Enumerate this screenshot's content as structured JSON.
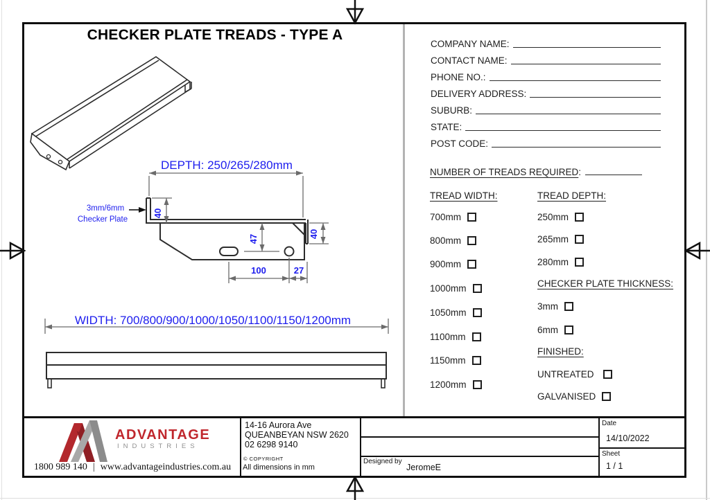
{
  "sheet": {
    "title": "CHECKER PLATE TREADS - TYPE A"
  },
  "colors": {
    "dimension_blue": "#1d1dee",
    "brand_red": "#c0272d",
    "brand_gray": "#8f8f8f"
  },
  "drawing": {
    "depth_dim_label": "DEPTH: 250/265/280mm",
    "width_dim_label": "WIDTH: 700/800/900/1000/1050/1100/1150/1200mm",
    "plate_note_line1": "3mm/6mm",
    "plate_note_line2": "Checker Plate",
    "dim_flange_height": "40",
    "dim_right_flange_height": "40",
    "dim_hole_vertical_offset": "47",
    "dim_hole_spacing": "100",
    "dim_hole_edge_offset": "27"
  },
  "order_form": {
    "contact_labels": [
      "COMPANY NAME:",
      "CONTACT NAME:",
      "PHONE NO.:",
      "DELIVERY ADDRESS:",
      "SUBURB:",
      "STATE:",
      "POST CODE:"
    ],
    "number_of_treads_label": "NUMBER OF TREADS REQUIRED",
    "number_of_treads_colon": ":",
    "tread_width_heading": "TREAD WIDTH:",
    "tread_width_options": [
      "700mm",
      "800mm",
      "900mm",
      "1000mm",
      "1050mm",
      "1100mm",
      "1150mm",
      "1200mm"
    ],
    "tread_depth_heading": "TREAD DEPTH:",
    "tread_depth_options": [
      "250mm",
      "265mm",
      "280mm"
    ],
    "thickness_heading": "CHECKER PLATE THICKNESS:",
    "thickness_options": [
      "3mm",
      "6mm"
    ],
    "finished_heading": "FINISHED:",
    "finished_options": [
      "UNTREATED",
      "GALVANISED"
    ]
  },
  "title_block": {
    "brand_name": "ADVANTAGE",
    "brand_sub": "INDUSTRIES",
    "phone": "1800 989 140",
    "separator": "|",
    "website": "www.advantageindustries.com.au",
    "address_line1": "14-16 Aurora Ave",
    "address_line2": "QUEANBEYAN NSW 2620",
    "address_line3": "02 6298 9140",
    "copyright": "© COPYRIGHT",
    "dimensions_note": "All dimensions in mm",
    "designed_by_label": "Designed by",
    "designed_by_value": "JeromeE",
    "date_label": "Date",
    "date_value": "14/10/2022",
    "sheet_label": "Sheet",
    "sheet_value": "1 / 1"
  }
}
